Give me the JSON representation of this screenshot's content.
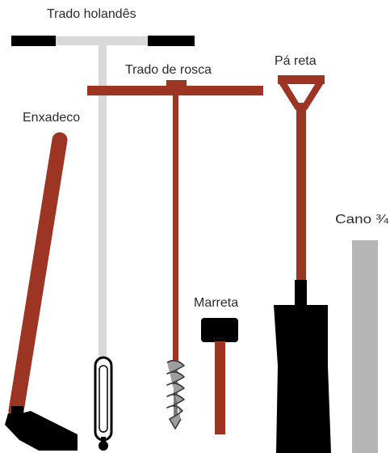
{
  "labels": {
    "trado_holandes": "Trado holandês",
    "trado_rosca": "Trado de rosca",
    "pa_reta": "Pá reta",
    "enxadeco": "Enxadeco",
    "cano": "Cano ¾",
    "marreta": "Marreta"
  },
  "colors": {
    "wood_brown": "#9c3524",
    "black": "#000000",
    "light_gray": "#d9d9d9",
    "gray": "#b5b5b5",
    "text": "#2b2b2b"
  }
}
